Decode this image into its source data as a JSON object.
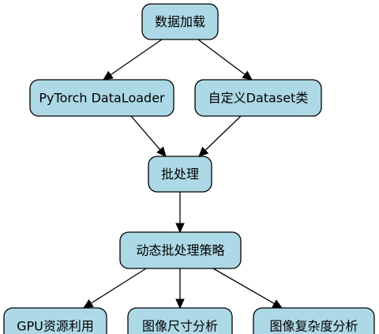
{
  "diagram": {
    "nodes": [
      {
        "id": "data_loading",
        "label": "数据加载"
      },
      {
        "id": "pytorch_dataloader",
        "label": "PyTorch DataLoader"
      },
      {
        "id": "custom_dataset",
        "label": "自定义Dataset类"
      },
      {
        "id": "batch_processing",
        "label": "批处理"
      },
      {
        "id": "dynamic_batching",
        "label": "动态批处理策略"
      },
      {
        "id": "gpu_utilization",
        "label": "GPU资源利用"
      },
      {
        "id": "image_size_analysis",
        "label": "图像尺寸分析"
      },
      {
        "id": "image_complexity_analysis",
        "label": "图像复杂度分析"
      }
    ],
    "edges": [
      {
        "from": "data_loading",
        "to": "pytorch_dataloader"
      },
      {
        "from": "data_loading",
        "to": "custom_dataset"
      },
      {
        "from": "pytorch_dataloader",
        "to": "batch_processing"
      },
      {
        "from": "custom_dataset",
        "to": "batch_processing"
      },
      {
        "from": "batch_processing",
        "to": "dynamic_batching"
      },
      {
        "from": "dynamic_batching",
        "to": "gpu_utilization"
      },
      {
        "from": "dynamic_batching",
        "to": "image_size_analysis"
      },
      {
        "from": "dynamic_batching",
        "to": "image_complexity_analysis"
      }
    ],
    "colors": {
      "node_fill": "#add8e6",
      "node_stroke": "#000000",
      "edge": "#000000",
      "background": "#ffffff"
    }
  }
}
